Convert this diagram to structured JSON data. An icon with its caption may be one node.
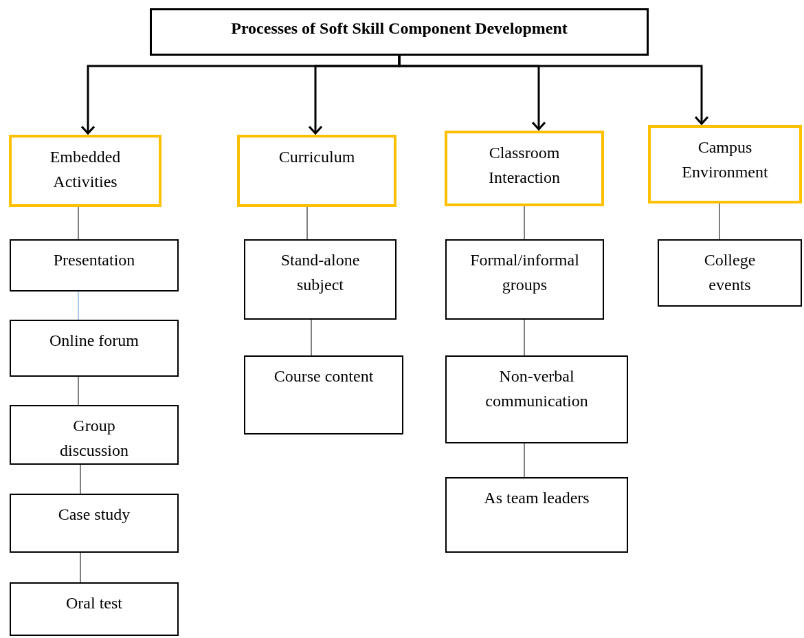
{
  "diagram": {
    "nodes": [
      {
        "text": [
          "Processes of Soft Skill Component Development"
        ]
      },
      {
        "text": [
          "Embedded Activities"
        ]
      },
      {
        "text": [
          "Curriculum"
        ]
      },
      {
        "text": [
          "Classroom Interaction"
        ]
      },
      {
        "text": [
          "Campus Environment"
        ]
      },
      {
        "text": [
          "Presentation"
        ]
      },
      {
        "text": [
          "Online forum"
        ]
      },
      {
        "text": [
          "Group discussion"
        ]
      },
      {
        "text": [
          "Case study"
        ]
      },
      {
        "text": [
          "Oral test"
        ]
      },
      {
        "text": [
          "Stand-alone subject"
        ]
      },
      {
        "text": [
          "Course content"
        ]
      },
      {
        "text": [
          "Formal/informal groups"
        ]
      },
      {
        "text": [
          "Non-verbal communication"
        ]
      },
      {
        "text": [
          "As team leaders"
        ]
      },
      {
        "text": [
          "College events"
        ]
      }
    ],
    "edges": [
      {
        "from": 0,
        "to": 1,
        "arrow": "to",
        "style": "thick"
      },
      {
        "from": 0,
        "to": 2,
        "arrow": "to",
        "style": "thick"
      },
      {
        "from": 0,
        "to": 3,
        "arrow": "to",
        "style": "thick"
      },
      {
        "from": 0,
        "to": 4,
        "arrow": "to",
        "style": "thick"
      },
      {
        "from": 1,
        "to": 5,
        "arrow": "none"
      },
      {
        "from": 5,
        "to": 6,
        "arrow": "none",
        "color": "#5b9bd5"
      },
      {
        "from": 6,
        "to": 7,
        "arrow": "none"
      },
      {
        "from": 7,
        "to": 8,
        "arrow": "none"
      },
      {
        "from": 8,
        "to": 9,
        "arrow": "none"
      },
      {
        "from": 2,
        "to": 10,
        "arrow": "none"
      },
      {
        "from": 10,
        "to": 11,
        "arrow": "none"
      },
      {
        "from": 3,
        "to": 12,
        "arrow": "none"
      },
      {
        "from": 12,
        "to": 13,
        "arrow": "none"
      },
      {
        "from": 13,
        "to": 14,
        "arrow": "none"
      },
      {
        "from": 4,
        "to": 15,
        "arrow": "none"
      }
    ]
  }
}
